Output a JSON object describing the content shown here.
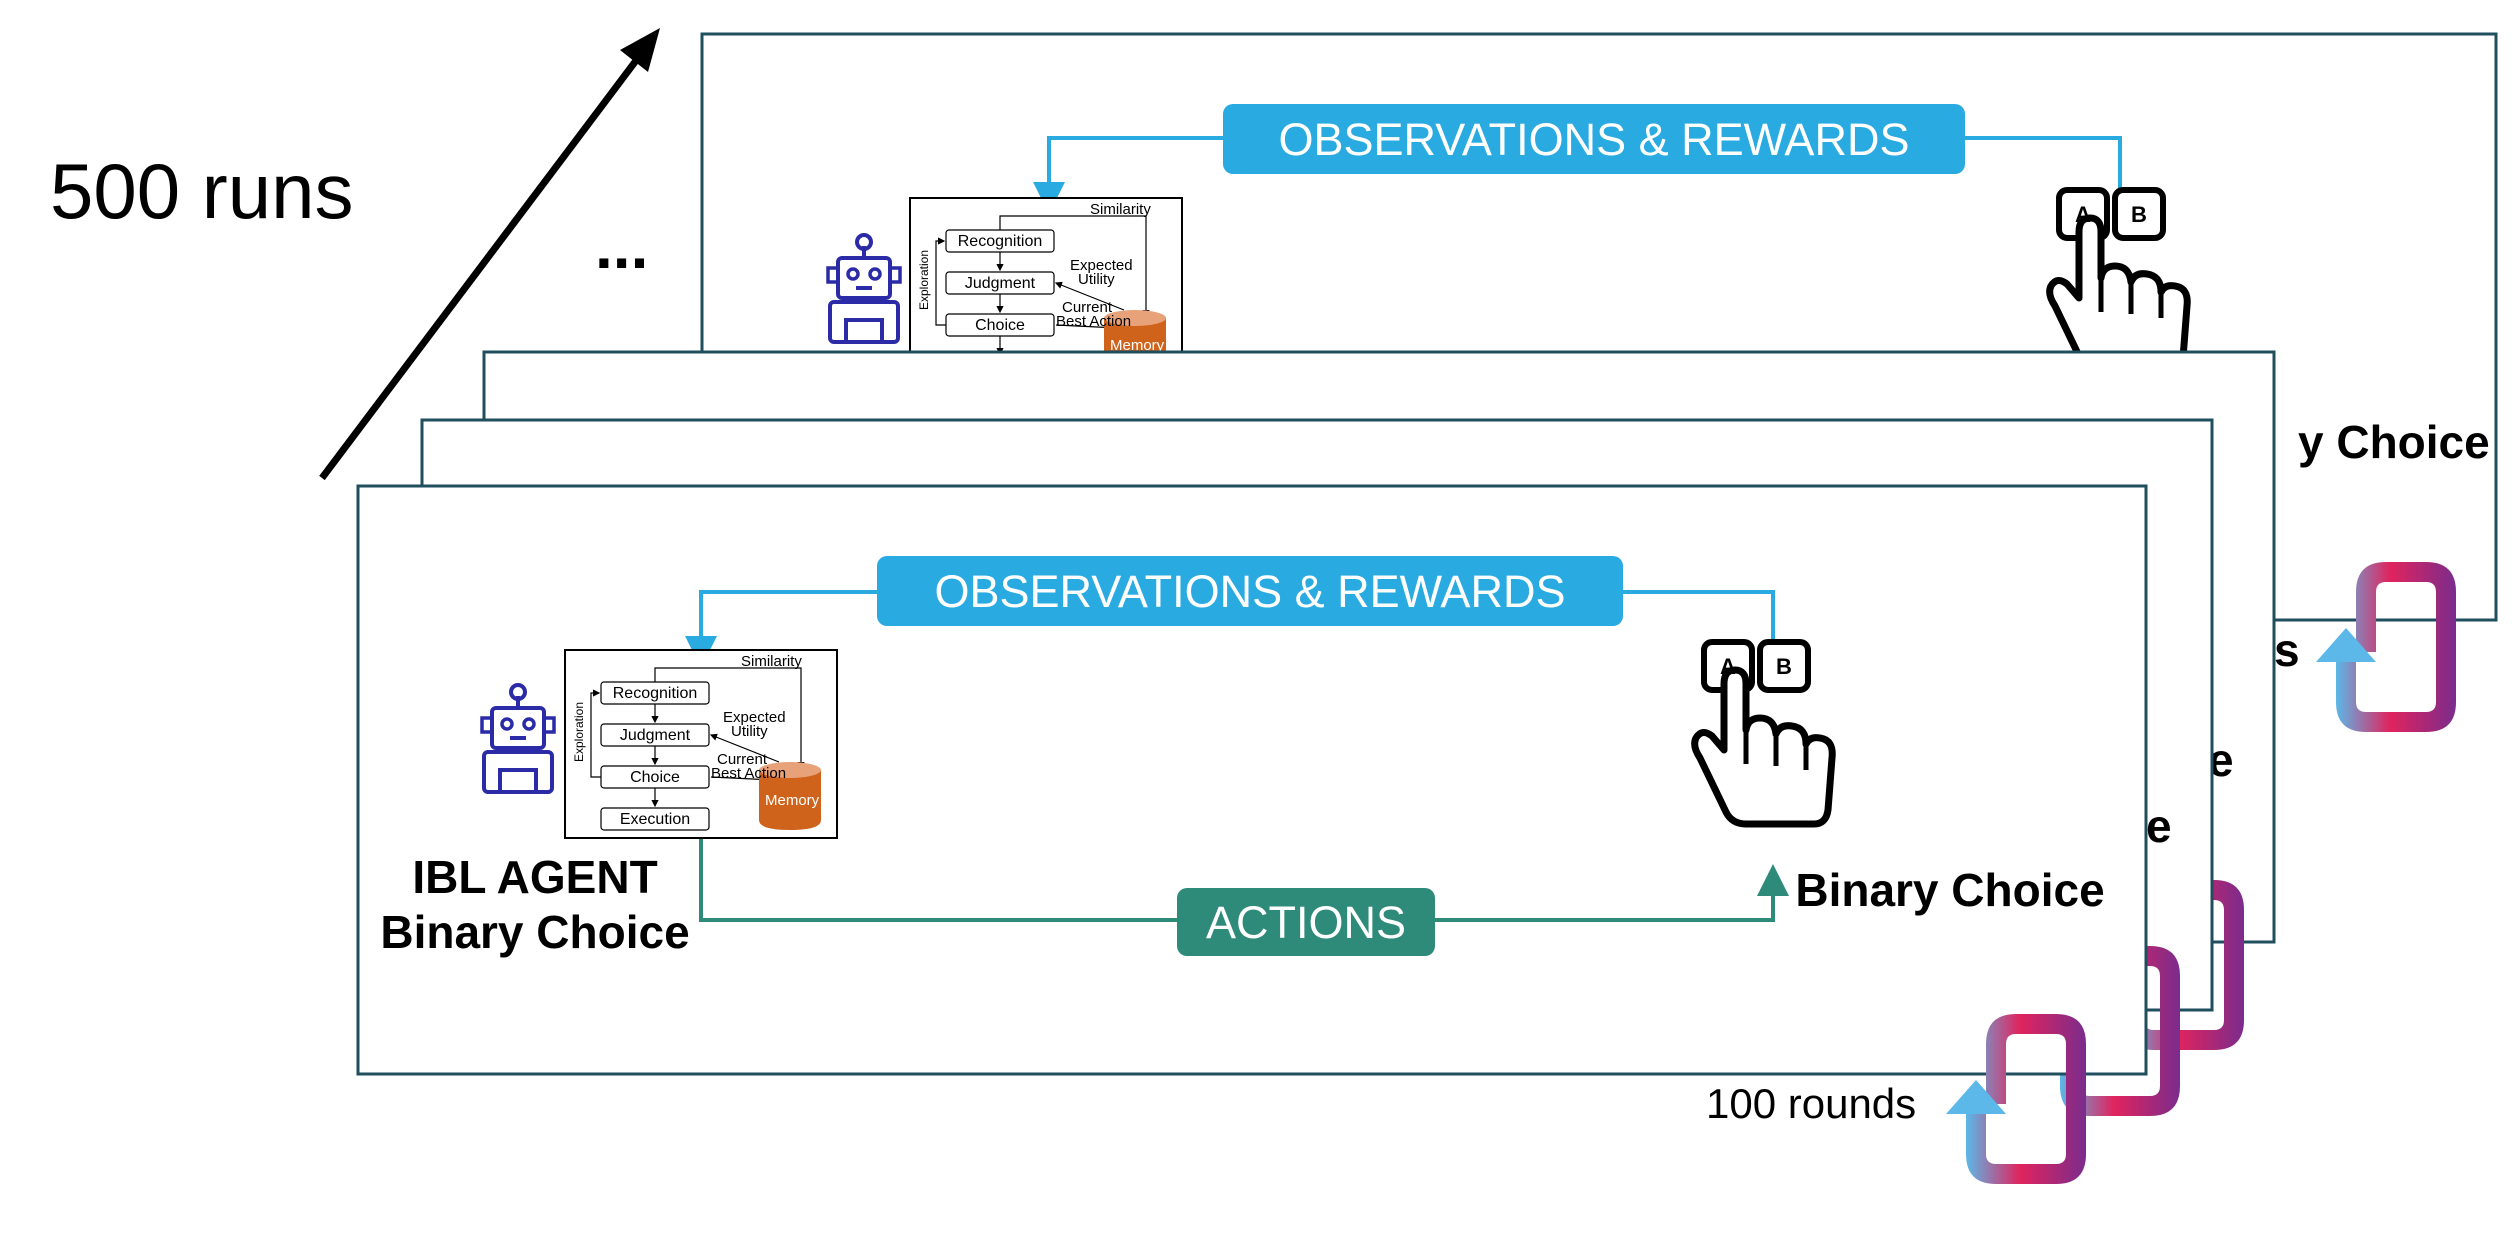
{
  "runs_label": "500 runs",
  "ellipsis": "...",
  "colors": {
    "frame_border": "#1f4e5f",
    "observations": "#29abe2",
    "actions": "#2e8b7a",
    "robot": "#2b2ba8",
    "memory": "#d0631c",
    "loop_start": "#5bb8e8",
    "loop_mid": "#e0245e",
    "loop_end": "#7a2c8c"
  },
  "front_panel": {
    "observations_label": "OBSERVATIONS & REWARDS",
    "actions_label": "ACTIONS",
    "agent_line1": "IBL AGENT",
    "agent_line2": "Binary Choice",
    "env_label": "Binary Choice",
    "rounds_label": "100 rounds",
    "key_a": "A",
    "key_b": "B"
  },
  "back_panel": {
    "observations_label": "OBSERVATIONS & REWARDS",
    "env_label_visible": "y Choice",
    "key_a": "A",
    "key_b": "B"
  },
  "middle_panel_fragments": {
    "upper": "e",
    "lower": "e",
    "back_fragment": "s"
  },
  "ibl_model": {
    "similarity": "Similarity",
    "recognition": "Recognition",
    "judgment": "Judgment",
    "choice": "Choice",
    "execution": "Execution",
    "expected_utility_1": "Expected",
    "expected_utility_2": "Utility",
    "current_best_1": "Current",
    "current_best_2": "Best Action",
    "exploration": "Exploration",
    "memory": "Memory"
  },
  "icons": {
    "robot": "robot-icon",
    "pointing_hand": "hand-pointer-icon",
    "loop": "loop-arrow-icon",
    "diagonal_arrow": "arrow-up-right-icon"
  }
}
